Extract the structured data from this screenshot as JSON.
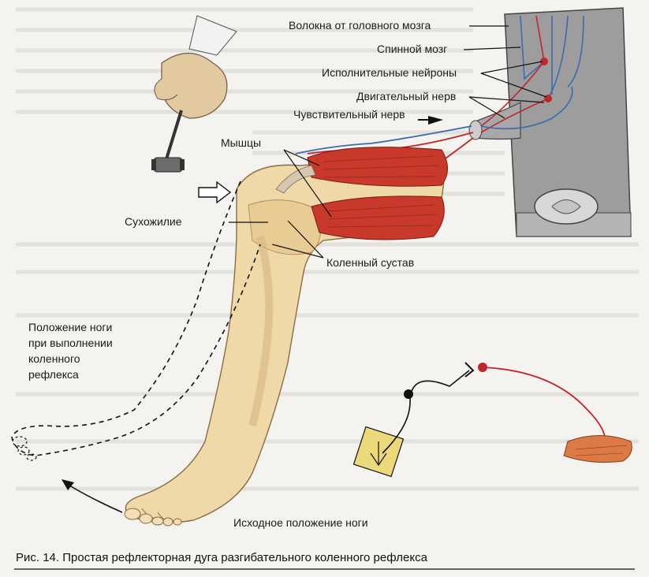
{
  "labels": {
    "brain_fibers": "Волокна от головного мозга",
    "spinal_cord": "Спинной мозг",
    "effector_neurons": "Исполнительные нейроны",
    "motor_nerve": "Двигательный нерв",
    "sensory_nerve": "Чувствительный нерв",
    "muscles": "Мышцы",
    "tendon": "Сухожилие",
    "knee_joint": "Коленный сустав",
    "reflex_position_1": "Положение ноги",
    "reflex_position_2": "при выполнении",
    "reflex_position_3": "коленного",
    "reflex_position_4": "рефлекса",
    "initial_position": "Исходное положение ноги"
  },
  "caption": "Рис. 14. Простая рефлекторная дуга разгибательного коленного рефлекса",
  "colors": {
    "background": "#f4f3ef",
    "skin": "#f0d9a8",
    "muscle": "#c8392b",
    "spinal_cord": "#9a9a9a",
    "nerve_red": "#c0262a",
    "nerve_blue": "#3a6bb0",
    "sensory_square": "#ecd97a"
  }
}
